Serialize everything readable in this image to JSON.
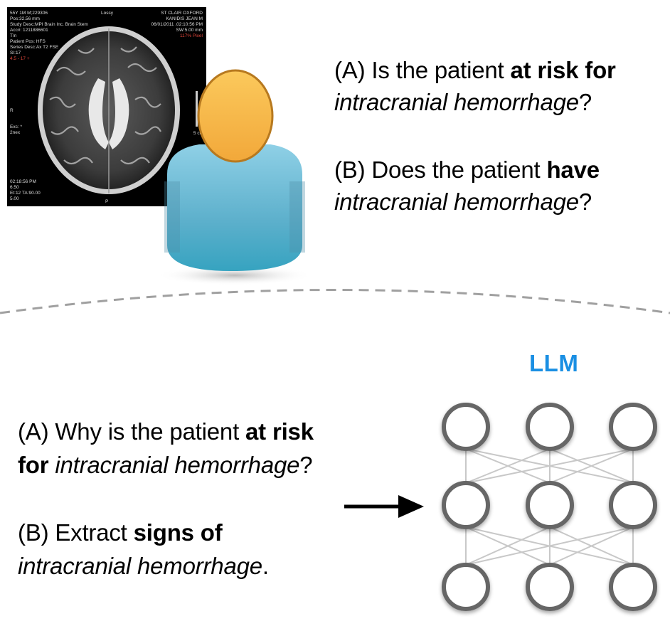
{
  "mri": {
    "header_center": "Lossy",
    "header_left": "55Y 1M M;229306\nPos:32.56 mm\nStudy Desc:MPI Brain Inc. Brain Stem\nAcc#: 1211886601\nT/n\nPatient Pos: HFS\nSeries Desc:Ax T2 FSE\nSI:17",
    "header_left_red": "4.5 - 17 +",
    "header_right": "ST CLAIR OXFORD\nKANIDIS JEAN M\n06/01/2011 ,02:10:56 PM\nSW:5.00 mm",
    "header_right_red": "117% Pixel",
    "side_left_r": "R",
    "side_left_exc": "Exc: *\n2nex",
    "side_right_s": "5 cm",
    "footer_left": "02:18:56 PM\n6.50\nEt:12 TA:90.00\n5.00",
    "footer_center": "P"
  },
  "questions_top": {
    "a_prefix": "(A) Is the patient ",
    "a_bold": "at risk for",
    "a_italic": "intracranial hemorrhage",
    "a_suffix": "?",
    "b_prefix": "(B) Does the patient ",
    "b_bold": "have",
    "b_italic": "intracranial hemorrhage",
    "b_suffix": "?"
  },
  "questions_bottom": {
    "a_prefix": "(A) Why is the patient ",
    "a_bold1": "at risk",
    "a_bold2": "for",
    "a_italic": "intracranial hemorrhage",
    "a_suffix": "?",
    "b_prefix": "(B) Extract ",
    "b_bold": "signs of",
    "b_italic": "intracranial hemorrhage",
    "b_suffix": "."
  },
  "llm": {
    "label": "LLM"
  },
  "colors": {
    "llm_blue": "#1a8fe3",
    "node_stroke": "#666666",
    "edge": "#c8c8c8",
    "divider": "#a0a0a0",
    "skin": "#f7b949",
    "shirt": "#5db0cc"
  }
}
